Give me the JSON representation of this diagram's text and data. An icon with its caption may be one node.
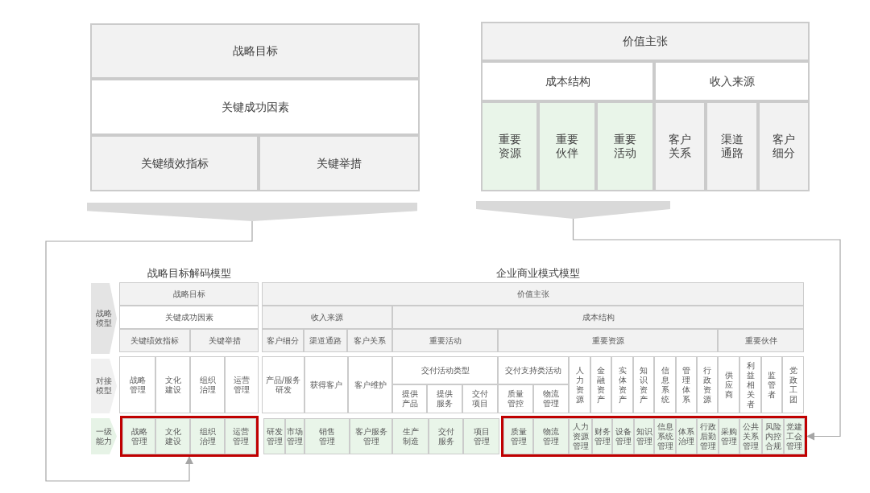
{
  "diagram": {
    "nodes": [
      {
        "text": [
          "战略目标"
        ]
      },
      {
        "text": [
          "关键成功因素"
        ]
      },
      {
        "text": [
          "关键绩效指标"
        ]
      },
      {
        "text": [
          "关键举措"
        ]
      },
      {
        "text": [
          "价值主张"
        ]
      },
      {
        "text": [
          "成本结构"
        ]
      },
      {
        "text": [
          "收入来源"
        ]
      },
      {
        "text": [
          "重要资源"
        ]
      },
      {
        "text": [
          "重要伙伴"
        ]
      },
      {
        "text": [
          "重要活动"
        ]
      },
      {
        "text": [
          "客户关系"
        ]
      },
      {
        "text": [
          "渠道通路"
        ]
      },
      {
        "text": [
          "客户细分"
        ]
      },
      {
        "text": [],
        "shape": "funnel"
      },
      {
        "text": [],
        "shape": "funnel"
      },
      {
        "text": [
          "战略模型"
        ]
      },
      {
        "text": [
          "对接模型"
        ]
      },
      {
        "text": [
          "一级能力"
        ]
      },
      {
        "text": [
          "战略目标"
        ]
      },
      {
        "text": [
          "关键成功因素"
        ]
      },
      {
        "text": [
          "关键绩效指标"
        ]
      },
      {
        "text": [
          "关键举措"
        ]
      },
      {
        "text": [
          "战略管理"
        ]
      },
      {
        "text": [
          "文化建设"
        ]
      },
      {
        "text": [
          "组织治理"
        ]
      },
      {
        "text": [
          "运营管理"
        ]
      },
      {
        "text": [],
        "shape": "box"
      },
      {
        "text": [
          "战略管理"
        ],
        "in": 26
      },
      {
        "text": [
          "文化建设"
        ],
        "in": 26
      },
      {
        "text": [
          "组织治理"
        ],
        "in": 26
      },
      {
        "text": [
          "运营管理"
        ],
        "in": 26
      },
      {
        "text": [
          "价值主张"
        ]
      },
      {
        "text": [
          "收入来源"
        ]
      },
      {
        "text": [
          "成本结构"
        ]
      },
      {
        "text": [
          "客户细分"
        ]
      },
      {
        "text": [
          "渠道通路"
        ]
      },
      {
        "text": [
          "客户关系"
        ]
      },
      {
        "text": [
          "重要活动"
        ]
      },
      {
        "text": [
          "重要资源"
        ]
      },
      {
        "text": [
          "重要伙伴"
        ]
      },
      {
        "text": [
          "产品/服务研发"
        ]
      },
      {
        "text": [
          "获得客户"
        ]
      },
      {
        "text": [
          "客户维护"
        ]
      },
      {
        "text": [
          "交付活动类型"
        ]
      },
      {
        "text": [
          "交付支持类活动"
        ]
      },
      {
        "text": [
          "提供产品"
        ]
      },
      {
        "text": [
          "提供服务"
        ]
      },
      {
        "text": [
          "交付项目"
        ]
      },
      {
        "text": [
          "质量管控"
        ]
      },
      {
        "text": [
          "物流管理"
        ]
      },
      {
        "text": [
          "人力资源"
        ]
      },
      {
        "text": [
          "金融资产"
        ]
      },
      {
        "text": [
          "实体资产"
        ]
      },
      {
        "text": [
          "知识资产"
        ]
      },
      {
        "text": [
          "信息系统"
        ]
      },
      {
        "text": [
          "管理体系"
        ]
      },
      {
        "text": [
          "行政资源"
        ]
      },
      {
        "text": [
          "供应商"
        ]
      },
      {
        "text": [
          "利益相关者"
        ]
      },
      {
        "text": [
          "监管者"
        ]
      },
      {
        "text": [
          "党政工团"
        ]
      },
      {
        "text": [
          "研发管理"
        ]
      },
      {
        "text": [
          "市场管理"
        ]
      },
      {
        "text": [
          "销售管理"
        ]
      },
      {
        "text": [
          "客户服务管理"
        ]
      },
      {
        "text": [
          "生产制造"
        ]
      },
      {
        "text": [
          "交付服务"
        ]
      },
      {
        "text": [
          "项目管理"
        ]
      },
      {
        "text": [],
        "shape": "box"
      },
      {
        "text": [
          "质量管理"
        ],
        "in": 68
      },
      {
        "text": [
          "物流管理"
        ],
        "in": 68
      },
      {
        "text": [
          "人力资源管理"
        ],
        "in": 68
      },
      {
        "text": [
          "财务管理"
        ],
        "in": 68
      },
      {
        "text": [
          "设备管理"
        ],
        "in": 68
      },
      {
        "text": [
          "知识管理"
        ],
        "in": 68
      },
      {
        "text": [
          "信息系统管理"
        ],
        "in": 68
      },
      {
        "text": [
          "体系治理"
        ],
        "in": 68
      },
      {
        "text": [
          "行政后勤管理"
        ],
        "in": 68
      },
      {
        "text": [
          "采购管理"
        ],
        "in": 68
      },
      {
        "text": [
          "公共关系管理"
        ],
        "in": 68
      },
      {
        "text": [
          "风险内控合规"
        ],
        "in": 68
      },
      {
        "text": [
          "党建工会管理"
        ],
        "in": 68
      }
    ],
    "edges": [
      {
        "from": 13,
        "to": 26,
        "arrow": "to"
      },
      {
        "from": 14,
        "to": 68,
        "arrow": "to"
      }
    ],
    "labels": [
      "战略目标解码模型",
      "企业商业模式模型"
    ]
  }
}
